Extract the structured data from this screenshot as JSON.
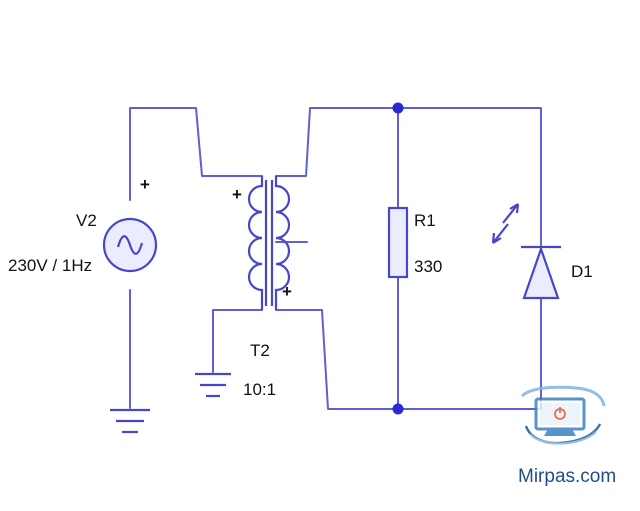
{
  "source": {
    "name": "V2",
    "rating": "230V / 1Hz",
    "polarity": "+",
    "symbol": "sine-wave-icon"
  },
  "transformer": {
    "name": "T2",
    "ratio": "10:1",
    "primary_polarity": "+",
    "secondary_polarity": "+"
  },
  "resistor": {
    "name": "R1",
    "value": "330"
  },
  "led": {
    "name": "D1"
  },
  "watermark": {
    "text": "Mirpas.com",
    "logo": "monitor-power-logo-icon"
  },
  "colors": {
    "wire": "#5f5fd6",
    "component": "#4747c9",
    "node": "#2a2ad4",
    "label": "#111111",
    "watermark": "#1f4e8c"
  }
}
